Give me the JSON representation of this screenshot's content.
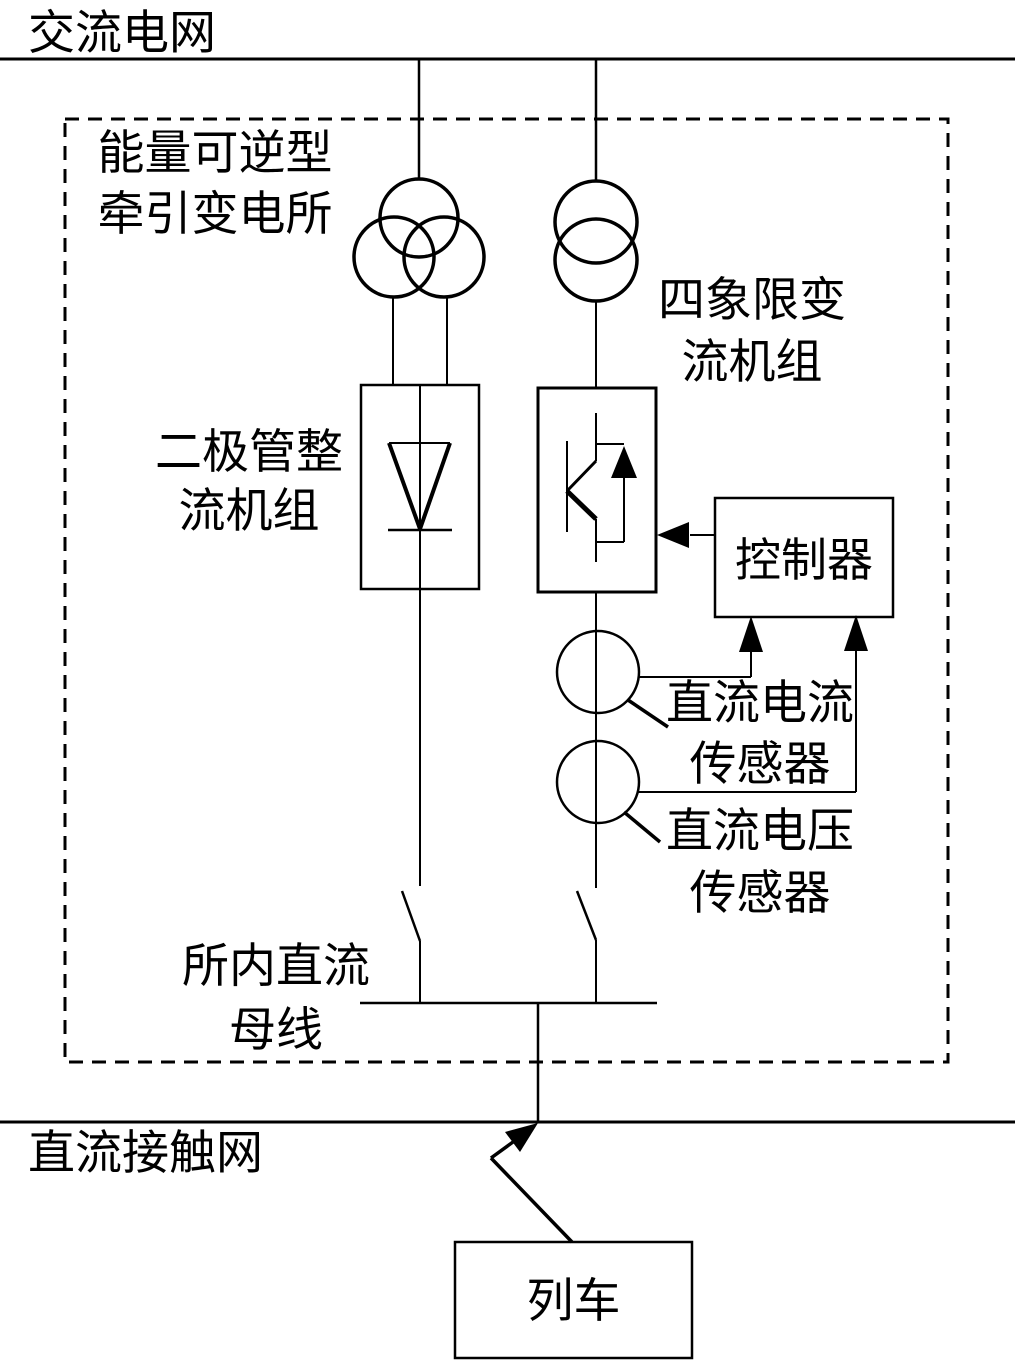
{
  "diagram": {
    "ac_grid": {
      "label": "交流电网"
    },
    "substation": {
      "label_line1": "能量可逆型",
      "label_line2": "牵引变电所"
    },
    "diode_rectifier": {
      "label_line1": "二极管整",
      "label_line2": "流机组"
    },
    "four_quadrant_converter": {
      "label_line1": "四象限变",
      "label_line2": "流机组"
    },
    "controller": {
      "label": "控制器"
    },
    "dc_current_sensor": {
      "label_line1": "直流电流",
      "label_line2": "传感器"
    },
    "dc_voltage_sensor": {
      "label_line1": "直流电压",
      "label_line2": "传感器"
    },
    "dc_bus": {
      "label_line1": "所内直流",
      "label_line2": "母线"
    },
    "dc_catenary": {
      "label": "直流接触网"
    },
    "train": {
      "label": "列车"
    }
  },
  "colors": {
    "line": "#000000",
    "background": "#ffffff"
  }
}
